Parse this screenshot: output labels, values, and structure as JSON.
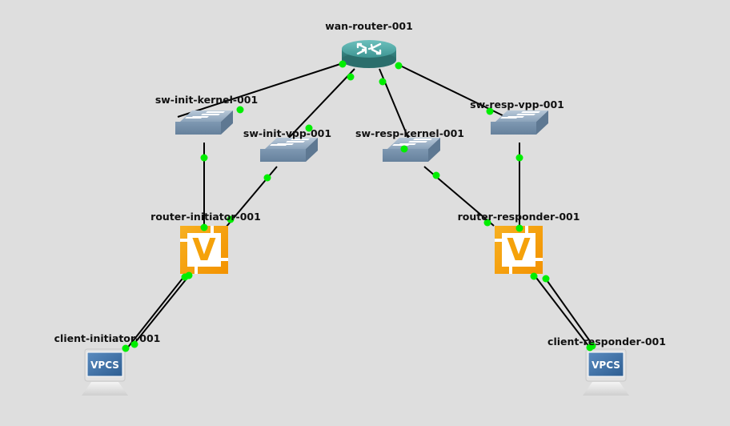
{
  "topology": {
    "nodes": [
      {
        "id": "wan-router-001",
        "label": "wan-router-001",
        "type": "router"
      },
      {
        "id": "sw-init-kernel-001",
        "label": "sw-init-kernel-001",
        "type": "switch"
      },
      {
        "id": "sw-init-vpp-001",
        "label": "sw-init-vpp-001",
        "type": "switch"
      },
      {
        "id": "sw-resp-kernel-001",
        "label": "sw-resp-kernel-001",
        "type": "switch"
      },
      {
        "id": "sw-resp-vpp-001",
        "label": "sw-resp-vpp-001",
        "type": "switch"
      },
      {
        "id": "router-initiator-001",
        "label": "router-initiator-001",
        "type": "vyos"
      },
      {
        "id": "router-responder-001",
        "label": "router-responder-001",
        "type": "vyos"
      },
      {
        "id": "client-initiator-001",
        "label": "client-initiator-001",
        "type": "vpcs",
        "badge": "VPCS"
      },
      {
        "id": "client-responder-001",
        "label": "client-responder-001",
        "type": "vpcs",
        "badge": "VPCS"
      }
    ],
    "links": [
      {
        "from": "wan-router-001",
        "to": "sw-init-kernel-001",
        "status": "up"
      },
      {
        "from": "wan-router-001",
        "to": "sw-init-vpp-001",
        "status": "up"
      },
      {
        "from": "wan-router-001",
        "to": "sw-resp-kernel-001",
        "status": "up"
      },
      {
        "from": "wan-router-001",
        "to": "sw-resp-vpp-001",
        "status": "up"
      },
      {
        "from": "sw-init-kernel-001",
        "to": "router-initiator-001",
        "status": "up"
      },
      {
        "from": "sw-init-vpp-001",
        "to": "router-initiator-001",
        "status": "up"
      },
      {
        "from": "sw-resp-kernel-001",
        "to": "router-responder-001",
        "status": "up"
      },
      {
        "from": "sw-resp-vpp-001",
        "to": "router-responder-001",
        "status": "up"
      },
      {
        "from": "router-initiator-001",
        "to": "client-initiator-001",
        "status": "up"
      },
      {
        "from": "router-initiator-001",
        "to": "client-initiator-001",
        "status": "up"
      },
      {
        "from": "router-responder-001",
        "to": "client-responder-001",
        "status": "up"
      },
      {
        "from": "router-responder-001",
        "to": "client-responder-001",
        "status": "up"
      }
    ]
  },
  "colors": {
    "background": "#dedede",
    "link": "#000000",
    "link_status_up": "#00ee00",
    "router_body": "#3a8f8c",
    "switch_body": "#7a94ae",
    "vyos_orange": "#f5a20a",
    "vpcs_screen": "#3d6fa3"
  }
}
